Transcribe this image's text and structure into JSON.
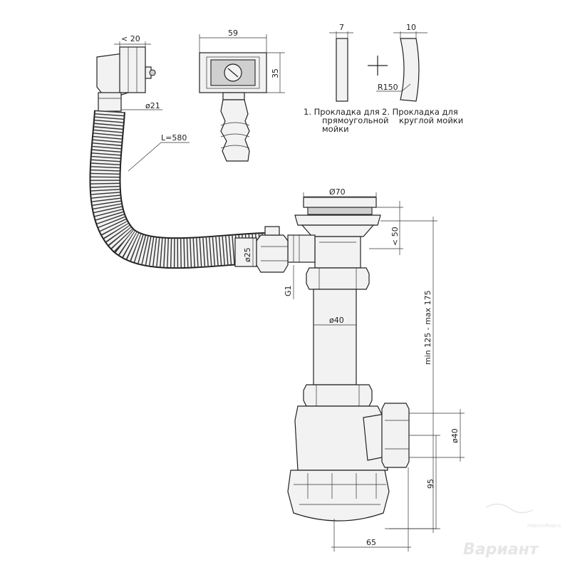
{
  "dimensions": {
    "overflow_offset": "< 20",
    "overflow_dia": "ø21",
    "hose_length": "L=580",
    "grille_width": "59",
    "grille_height": "35",
    "gasket1_thickness": "7",
    "gasket2_thickness": "10",
    "gasket2_radius": "R150",
    "outlet_dia": "Ø70",
    "outlet_height": "< 50",
    "side_dia": "ø25",
    "thread": "G1",
    "pipe_dia": "ø40",
    "height_range": "min 125 - max 175",
    "outlet_side_dia": "ø40",
    "bottom_height": "95",
    "bottom_offset": "65"
  },
  "notes": {
    "gasket1_line1": "1. Прокладка для",
    "gasket1_line2": "прямоугольной",
    "gasket1_line3": "мойки",
    "gasket2_line1": "2. Прокладка для",
    "gasket2_line2": "круглой   мойки"
  },
  "watermark": {
    "brand": "Вариант",
    "city": "Новосибирск"
  }
}
